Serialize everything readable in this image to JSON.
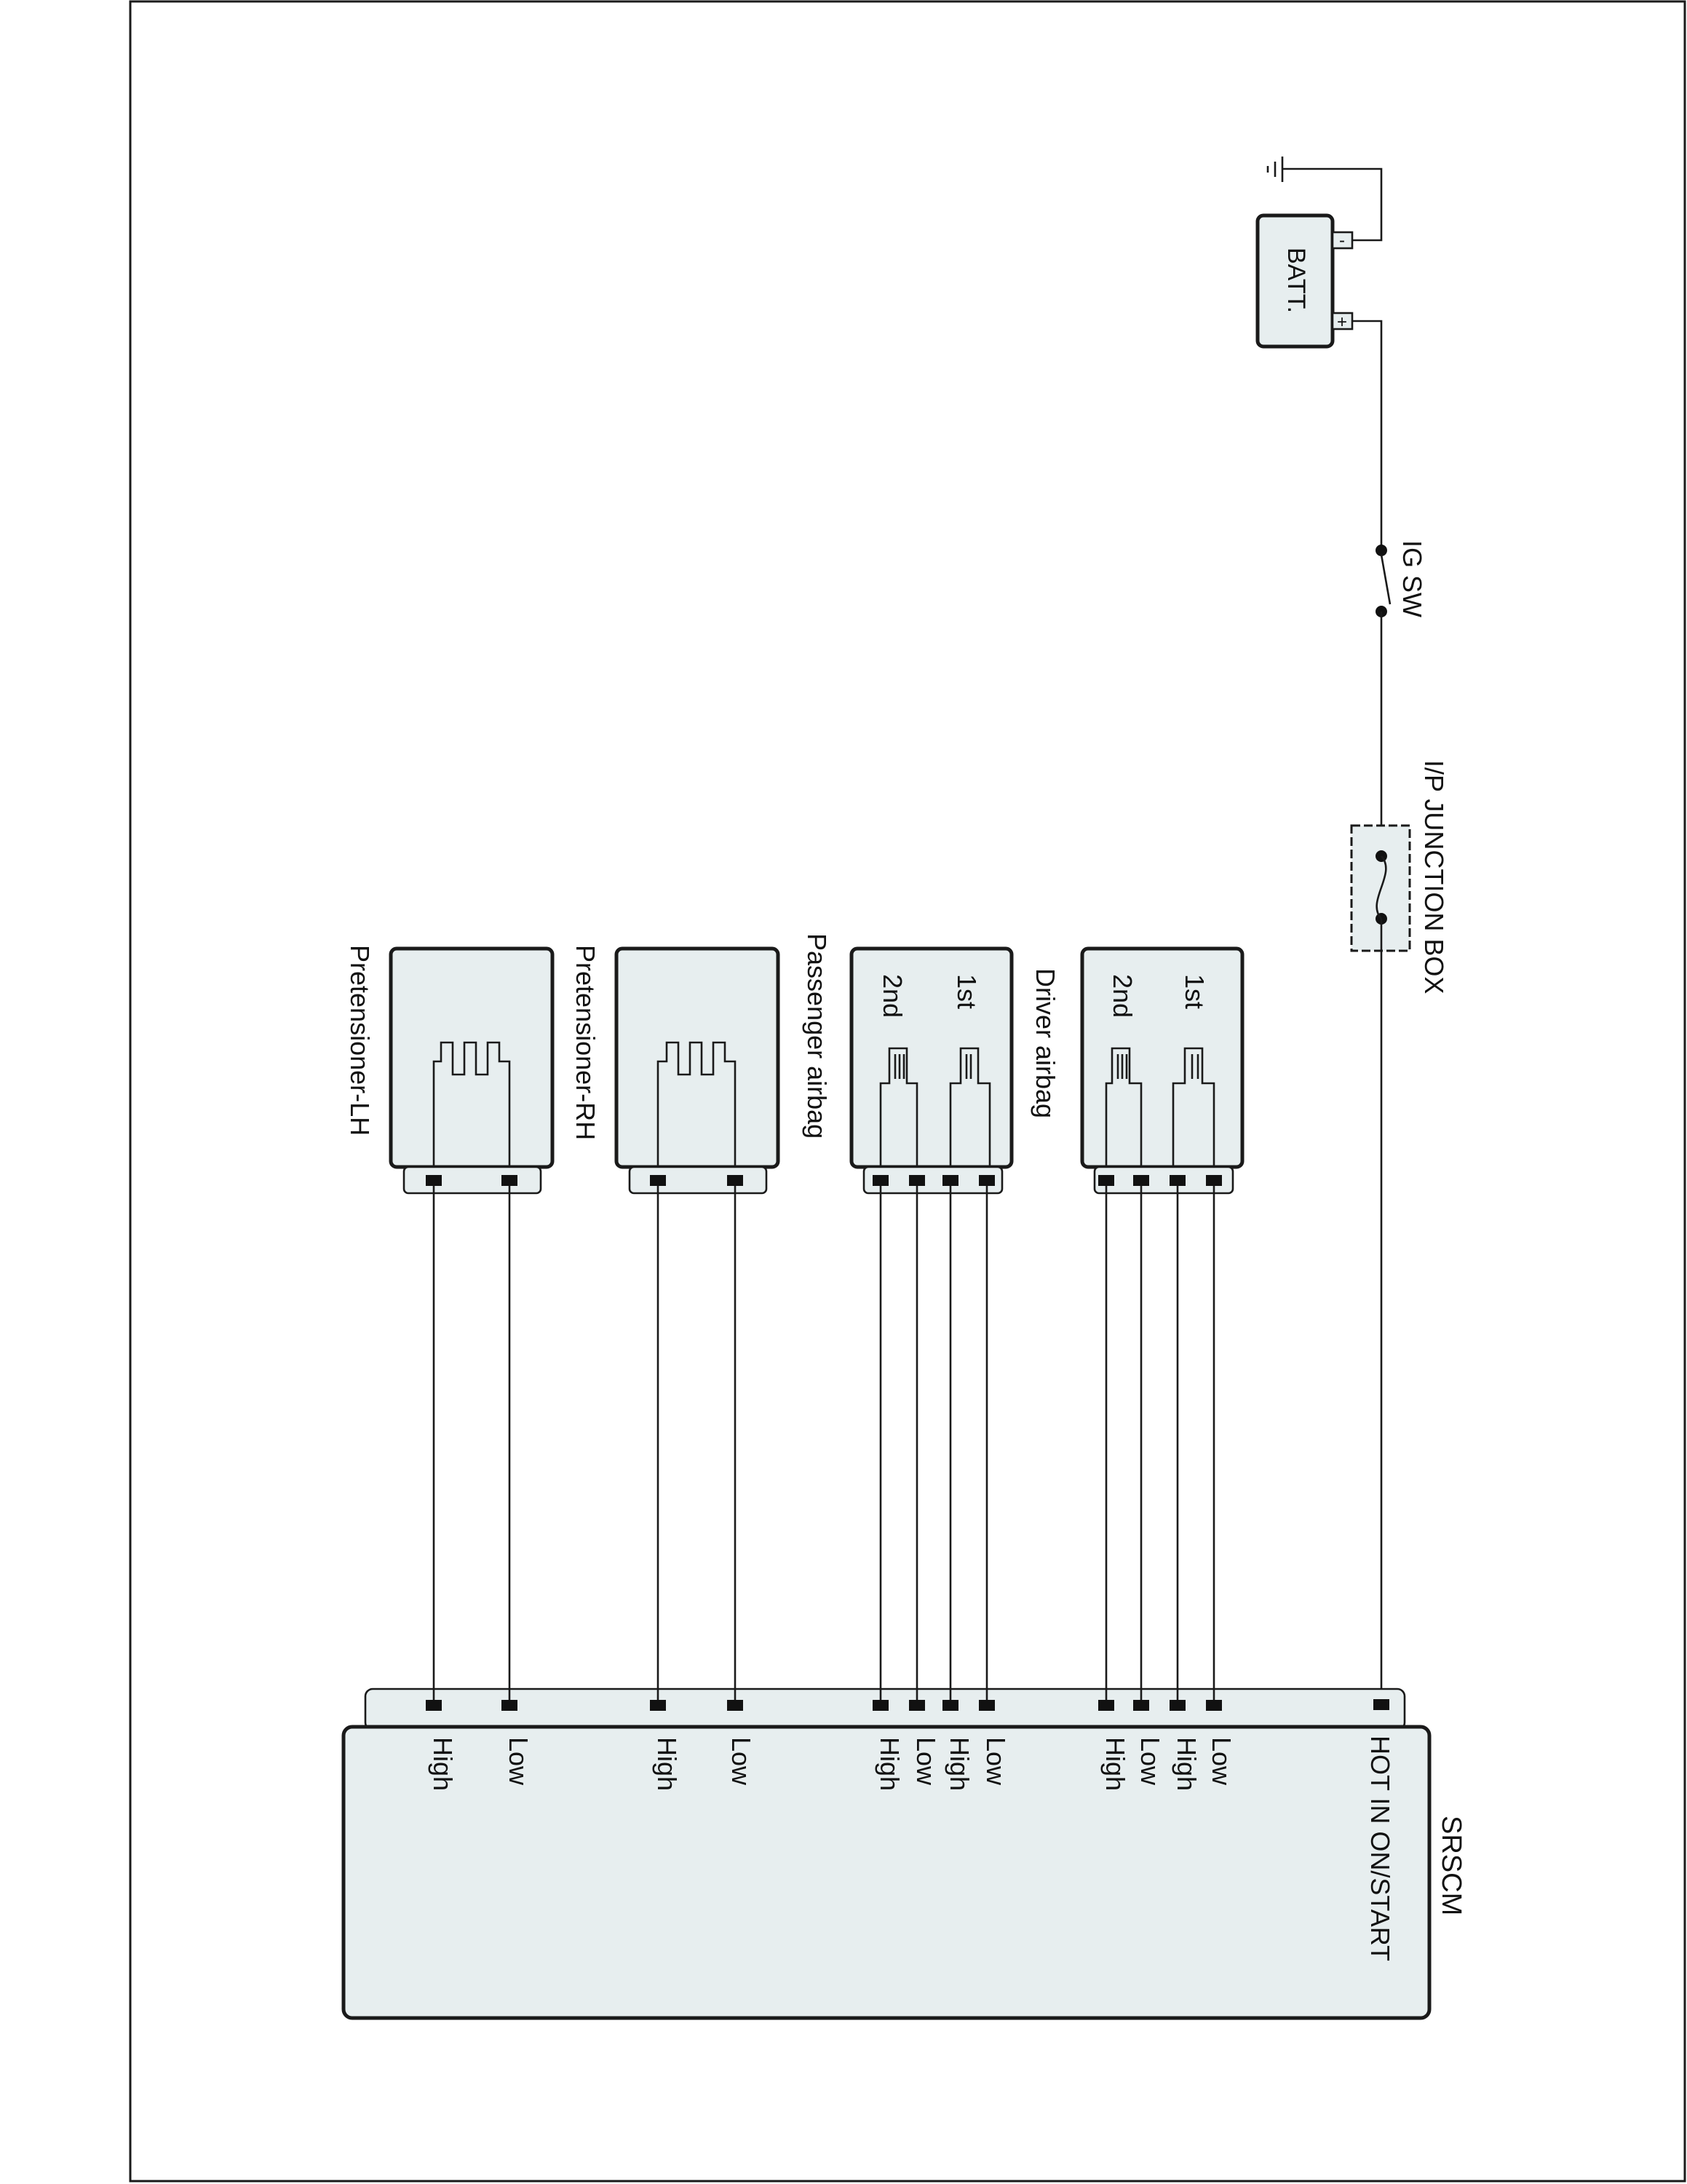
{
  "diagram": {
    "battery": {
      "label": "BATT.",
      "neg_symbol": "-",
      "pos_symbol": "+"
    },
    "ignition_switch": {
      "label": "IG SW"
    },
    "junction_box": {
      "label": "I/P JUNCTION BOX"
    },
    "srscm": {
      "label": "SRSCM",
      "power_pin_label": "HOT IN ON/START",
      "pins": [
        {
          "label": "Low"
        },
        {
          "label": "High"
        },
        {
          "label": "Low"
        },
        {
          "label": "High"
        },
        {
          "label": "Low"
        },
        {
          "label": "High"
        },
        {
          "label": "Low"
        },
        {
          "label": "High"
        },
        {
          "label": "Low"
        },
        {
          "label": "High"
        },
        {
          "label": "Low"
        },
        {
          "label": "High"
        }
      ]
    },
    "components": {
      "driver_airbag": {
        "label": "Driver airbag",
        "stage_1": "1st",
        "stage_2": "2nd"
      },
      "passenger_airbag": {
        "label": "Passenger airbag",
        "stage_1": "1st",
        "stage_2": "2nd"
      },
      "pretensioner_rh": {
        "label": "Pretensioner-RH"
      },
      "pretensioner_lh": {
        "label": "Pretensioner-LH"
      }
    }
  },
  "colors": {
    "fill": "#e7eeef",
    "line": "#1a1a1a"
  }
}
